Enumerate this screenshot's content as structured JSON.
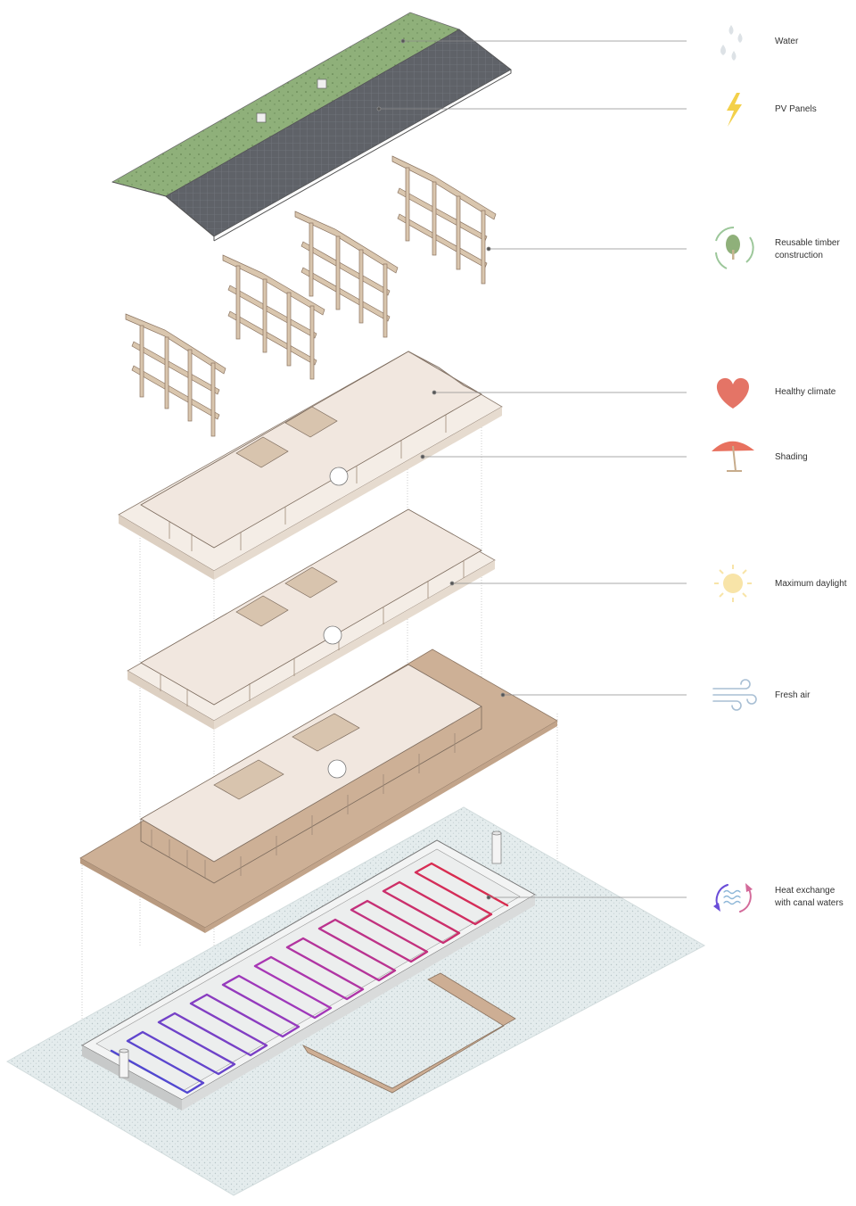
{
  "colors": {
    "green_roof": "#8fb07a",
    "pv_roof": "#5f6268",
    "timber": "#d9c6ae",
    "floor": "#f1e7df",
    "ground_slab": "#c9ad93",
    "water_bg": "#dfe9ea",
    "coil_blue": "#3b4cd8",
    "coil_red": "#e32a3a",
    "leader": "#6e6e6e"
  },
  "legend": [
    {
      "id": "water",
      "icon": "water-drops-icon",
      "label": "Water"
    },
    {
      "id": "pv",
      "icon": "lightning-icon",
      "label": "PV Panels"
    },
    {
      "id": "timber",
      "icon": "tree-recycle-icon",
      "label": "Reusable timber\nconstruction"
    },
    {
      "id": "climate",
      "icon": "heart-icon",
      "label": "Healthy climate"
    },
    {
      "id": "shading",
      "icon": "umbrella-icon",
      "label": "Shading"
    },
    {
      "id": "daylight",
      "icon": "sun-icon",
      "label": "Maximum daylight"
    },
    {
      "id": "air",
      "icon": "wind-icon",
      "label": "Fresh air"
    },
    {
      "id": "heat",
      "icon": "heat-exchange-icon",
      "label": "Heat exchange\nwith canal waters"
    }
  ]
}
